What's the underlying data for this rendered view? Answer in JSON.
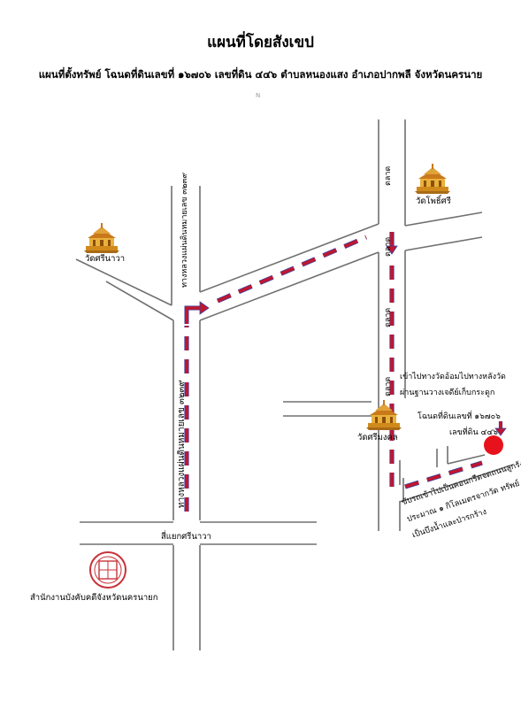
{
  "header": {
    "title": "แผนที่โดยสังเขป",
    "subtitle": "แผนที่ตั้งทรัพย์ โฉนดที่ดินเลขที่  ๑๖๗๐๖ เลขที่ดิน ๔๔๖  ตำบลหนองแสง อำเภอปากพลี จังหวัดนครนาย",
    "north_mark": "N"
  },
  "map": {
    "road_labels": {
      "highway_top": "ทางหลวงแผ่นดินหมายเลข ๓๒๓๙",
      "highway_bottom": "ทางหลวงแผ่นดินหมายเลข ๓๒๓๙",
      "market_1": "ตลาด",
      "market_2": "ตลาด",
      "market_3": "ตลาด",
      "market_4": "ตลาด",
      "intersection": "สี่แยกศรีนาวา"
    },
    "landmarks": {
      "wat_pho_sri": "วัดโพธิ์ศรี",
      "wat_sri_nawa": "วัดศรีนาวา",
      "wat_sri_mongkol": "วัดศรีมงคล",
      "court_office": "สำนักงานบังคับคดีจังหวัดนครนายก"
    },
    "notes": {
      "turn_note_1": "เข้าไปทางวัดอ้อมไปทางหลังวัด",
      "turn_note_2": "ผ่านฐานวางเจดีย์เก็บกระดูก",
      "deed_label": "โฉนดที่ดินเลขที่  ๑๖๗๐๖",
      "parcel_label": "เลขที่ดิน ๔๔๖",
      "desc_1": "ขับรถเข้าไปเป็นคอนกรีตจดถนนลูกรัง",
      "desc_2": "ประมาณ ๑ กิโลเมตรจากวัด ทรัพย์",
      "desc_3": "เป็นบึงน้ำและป่ารกร้าง"
    },
    "colors": {
      "route": "#c0172f",
      "route_outline": "#3b3f9e",
      "target": "#e8121c",
      "road": "#707070",
      "seal": "#c8333a"
    },
    "icons": {
      "temple": "temple-icon",
      "seal": "seal-icon",
      "target": "target-marker-icon"
    }
  }
}
